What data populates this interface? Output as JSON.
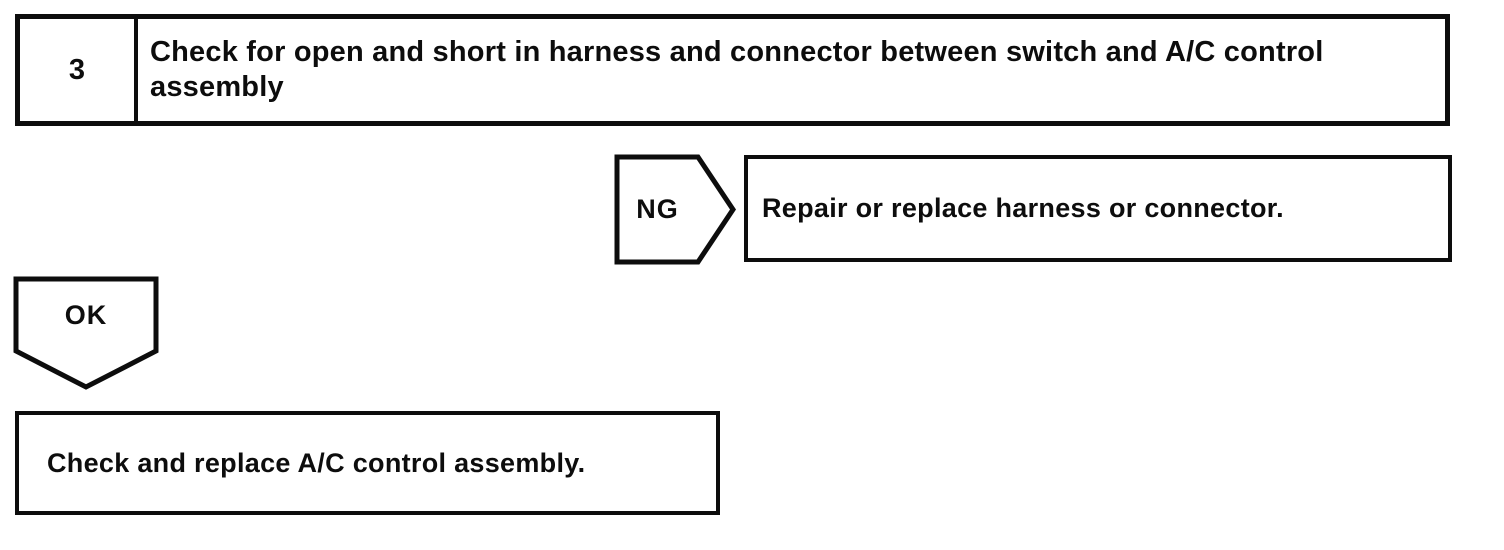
{
  "page": {
    "background": "#ffffff",
    "ink_color": "#0d0d0d"
  },
  "flowchart": {
    "step": {
      "number": "3",
      "instruction": "Check for open and short in harness and connector between switch and A/C control assembly"
    },
    "ng_branch": {
      "label": "NG",
      "action": "Repair or replace harness or connector."
    },
    "ok_branch": {
      "label": "OK",
      "action": "Check and replace A/C control assembly."
    }
  }
}
